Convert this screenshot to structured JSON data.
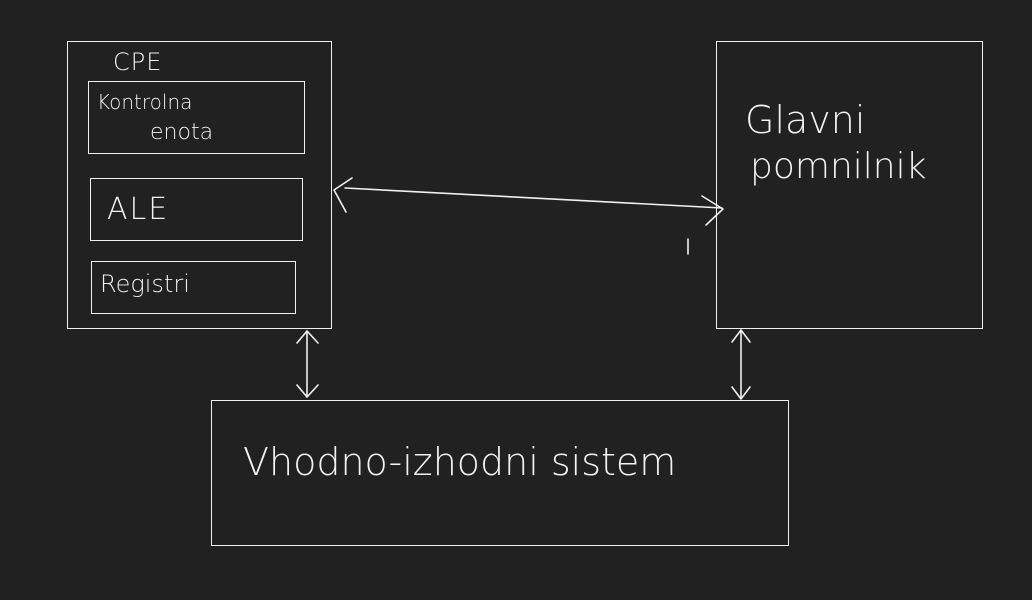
{
  "diagram": {
    "cpu": {
      "title": "CPE",
      "control_unit": {
        "line1": "Kontrolna",
        "line2": "enota"
      },
      "alu": "ALE",
      "registers": "Registri"
    },
    "main_memory": {
      "line1": "Glavni",
      "line2": "pomnilnik"
    },
    "io_system": "Vhodno-izhodni sistem"
  },
  "colors": {
    "background": "#212121",
    "ink": "#f0f0f0"
  }
}
